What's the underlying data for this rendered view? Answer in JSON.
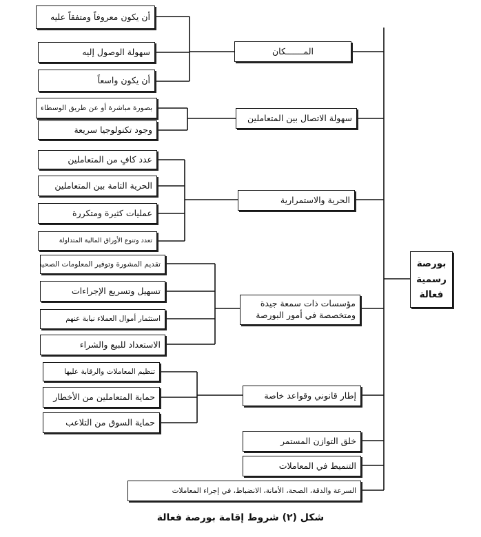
{
  "root": {
    "lines": [
      "بورصة",
      "رسمية",
      "فعالة"
    ]
  },
  "groups": [
    {
      "label": "المـــــــكان",
      "children": [
        "أن يكون معروفاً ومتفقاً عليه",
        "سهولة الوصول إليه",
        "أن يكون واسعاً"
      ]
    },
    {
      "label": "سهولة الاتصال بين المتعاملين",
      "children": [
        "بصورة مباشرة أو عن طريق الوسطاء",
        "وجود تكنولوجيا سريعة"
      ]
    },
    {
      "label": "الحرية والاستمرارية",
      "children": [
        "عدد كافٍ من المتعاملين",
        "الحرية التامة بين المتعاملين",
        "عمليات كثيرة ومتكررة",
        "تعدد وتنوع الأوراق المالية المتداولة"
      ]
    },
    {
      "label": "مؤسسات ذات سمعة جيدة ومتخصصة في أمور البورصة",
      "children": [
        "تقديم المشورة وتوفير المعلومات الصحيحة",
        "تسهيل وتسريع الإجراءات",
        "استثمار أموال العملاء نيابة عنهم",
        "الاستعداد للبيع والشراء"
      ]
    },
    {
      "label": "إطار قانوني وقواعد خاصة",
      "children": [
        "تنظيم المعاملات والرقابة عليها",
        "حماية المتعاملين من الأخطار",
        "حماية السوق من التلاعب"
      ]
    }
  ],
  "standalone": [
    "خلق التوازن المستمر",
    "التنميط في المعاملات",
    "السرعة والدقة، الصحة، الأمانة، الانضباط، في إجراء المعاملات"
  ],
  "caption": "شكل (٢) شروط إقامة بورصة فعالة"
}
